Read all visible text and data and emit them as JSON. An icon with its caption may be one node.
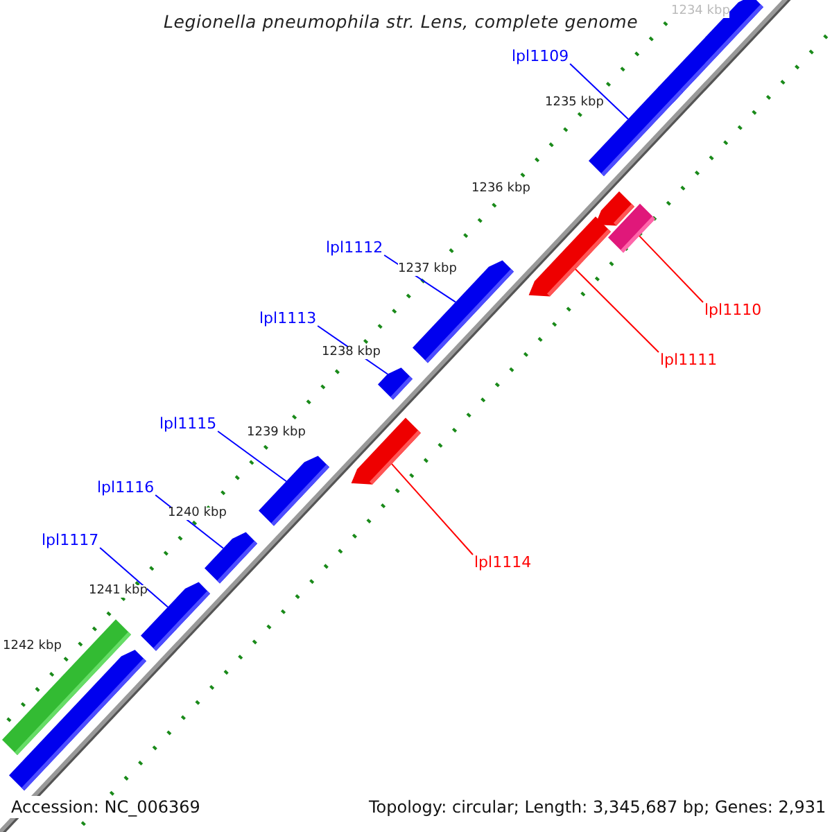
{
  "diagram": {
    "title": "Legionella pneumophila str. Lens, complete genome",
    "nodes": [
      {
        "text": [
          "lpl1109"
        ]
      },
      {
        "text": [
          "lpl1112"
        ]
      },
      {
        "text": [
          "lpl1110"
        ]
      },
      {
        "text": [
          "lpl1113"
        ]
      },
      {
        "text": [
          "lpl1111"
        ]
      },
      {
        "text": [
          "lpl1115"
        ]
      },
      {
        "text": [
          "lpl1116"
        ]
      },
      {
        "text": [
          "lpl1117"
        ]
      },
      {
        "text": [
          "lpl1114"
        ]
      },
      {
        "text": [],
        "shape": "bar"
      },
      {
        "text": [],
        "shape": "bar"
      },
      {
        "text": [],
        "shape": "bar"
      },
      {
        "text": [],
        "shape": "bar"
      },
      {
        "text": [],
        "shape": "bar"
      },
      {
        "text": [],
        "shape": "bar"
      },
      {
        "text": [],
        "shape": "bar"
      },
      {
        "text": [],
        "shape": "bar"
      },
      {
        "text": [],
        "shape": "bar"
      },
      {
        "text": [],
        "shape": "bar"
      },
      {
        "text": [],
        "shape": "bar"
      },
      {
        "text": [],
        "shape": "bar"
      },
      {
        "text": [],
        "shape": "bar"
      }
    ],
    "edges": [
      {
        "from": 0,
        "to": 10,
        "arrow": "none"
      },
      {
        "from": 1,
        "to": 14,
        "arrow": "none"
      },
      {
        "from": 2,
        "to": 12,
        "arrow": "none",
        "color": "#ff0000"
      },
      {
        "from": 3,
        "to": 15,
        "arrow": "none"
      },
      {
        "from": 4,
        "to": 13,
        "arrow": "none",
        "color": "#ff0000"
      },
      {
        "from": 5,
        "to": 17,
        "arrow": "none"
      },
      {
        "from": 6,
        "to": 18,
        "arrow": "none"
      },
      {
        "from": 7,
        "to": 19,
        "arrow": "none"
      },
      {
        "from": 8,
        "to": 16,
        "arrow": "none",
        "color": "#ff0000"
      }
    ],
    "labels": [
      "1234 kbp",
      "1235 kbp",
      "1236 kbp",
      "1237 kbp",
      "1238 kbp",
      "1239 kbp",
      "1240 kbp",
      "1241 kbp",
      "1242 kbp",
      "Accession: NC_006369",
      "Topology: circular; Length: 3,345,687 bp; Genes: 2,931"
    ]
  }
}
